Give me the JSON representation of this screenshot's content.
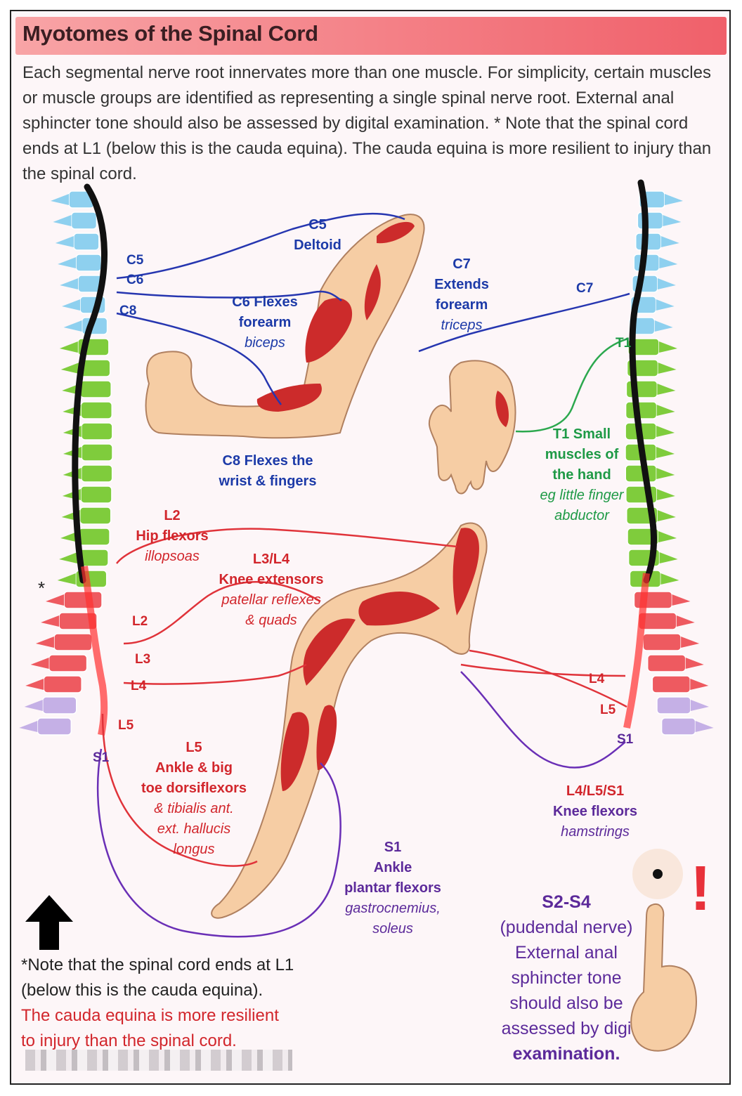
{
  "title": "Myotomes of the Spinal Cord",
  "intro": "Each segmental nerve root innervates more than one muscle. For simplicity, certain muscles or muscle groups are identified as representing a single spinal nerve root. External anal sphincter tone should also be assessed by digital examination. * Note that the spinal cord ends at L1 (below this is the cauda equina). The cauda equina is more resilient to injury than the spinal cord.",
  "roots_left": {
    "c5": "C5",
    "c6": "C6",
    "c8": "C8",
    "l2": "L2",
    "l3": "L3",
    "l4": "L4",
    "l5": "L5",
    "s1": "S1"
  },
  "roots_right": {
    "c7": "C7",
    "t1": "T1",
    "l4": "L4",
    "l5": "L5",
    "s1": "S1"
  },
  "labels": {
    "c5": {
      "line1": "C5",
      "line2": "Deltoid"
    },
    "c6": {
      "line1": "C6 Flexes",
      "line2": "forearm",
      "muscle": "biceps"
    },
    "c7": {
      "line1": "C7",
      "line2": "Extends",
      "line3": "forearm",
      "muscle": "triceps"
    },
    "c8": {
      "line1": "C8 Flexes the",
      "line2": "wrist & fingers"
    },
    "t1": {
      "line1": "T1 Small",
      "line2": "muscles of",
      "line3": "the hand",
      "muscle1": "eg little finger",
      "muscle2": "abductor"
    },
    "l2": {
      "line1": "L2",
      "line2": "Hip flexors",
      "muscle": "illopsoas"
    },
    "l3l4": {
      "line1": "L3/L4",
      "line2": "Knee extensors",
      "muscle1": "patellar reflexes",
      "muscle2": "& quads"
    },
    "l5": {
      "line1": "L5",
      "line2": "Ankle & big",
      "line3": "toe dorsiflexors",
      "muscle1": "& tibialis ant.",
      "muscle2": "ext. hallucis",
      "muscle3": "longus"
    },
    "s1": {
      "line1": "S1",
      "line2": "Ankle",
      "line3": "plantar flexors",
      "muscle1": "gastrocnemius,",
      "muscle2": "soleus"
    },
    "knee_flex": {
      "line1": "L4/L5/S1",
      "line2": "Knee flexors",
      "muscle": "hamstrings"
    }
  },
  "note": {
    "star": "*",
    "line1": "Note that the spinal cord ends at L1",
    "line2": "(below this is the cauda equina).",
    "line3": "The cauda equina is more resilient",
    "line4": "to injury than the spinal cord."
  },
  "s2s4": {
    "line1": "S2-S4",
    "line2": "(pudendal nerve)",
    "line3": "External anal",
    "line4": "sphincter tone",
    "line5": "should also be",
    "line6": "assessed by digi",
    "line7": "examination."
  },
  "exclaim": "!",
  "asterisk": "*",
  "colors": {
    "cervical": "#8ed0ef",
    "thoracic": "#7fcc3c",
    "lumbar": "#ee5a60",
    "sacral": "#c5b0e6",
    "skin": "#f6cda4",
    "muscle": "#cc2b2b",
    "nerve_blue": "#2636b0",
    "nerve_green": "#2ca84e",
    "nerve_red": "#e0333a",
    "nerve_purple": "#6a2fb6"
  }
}
